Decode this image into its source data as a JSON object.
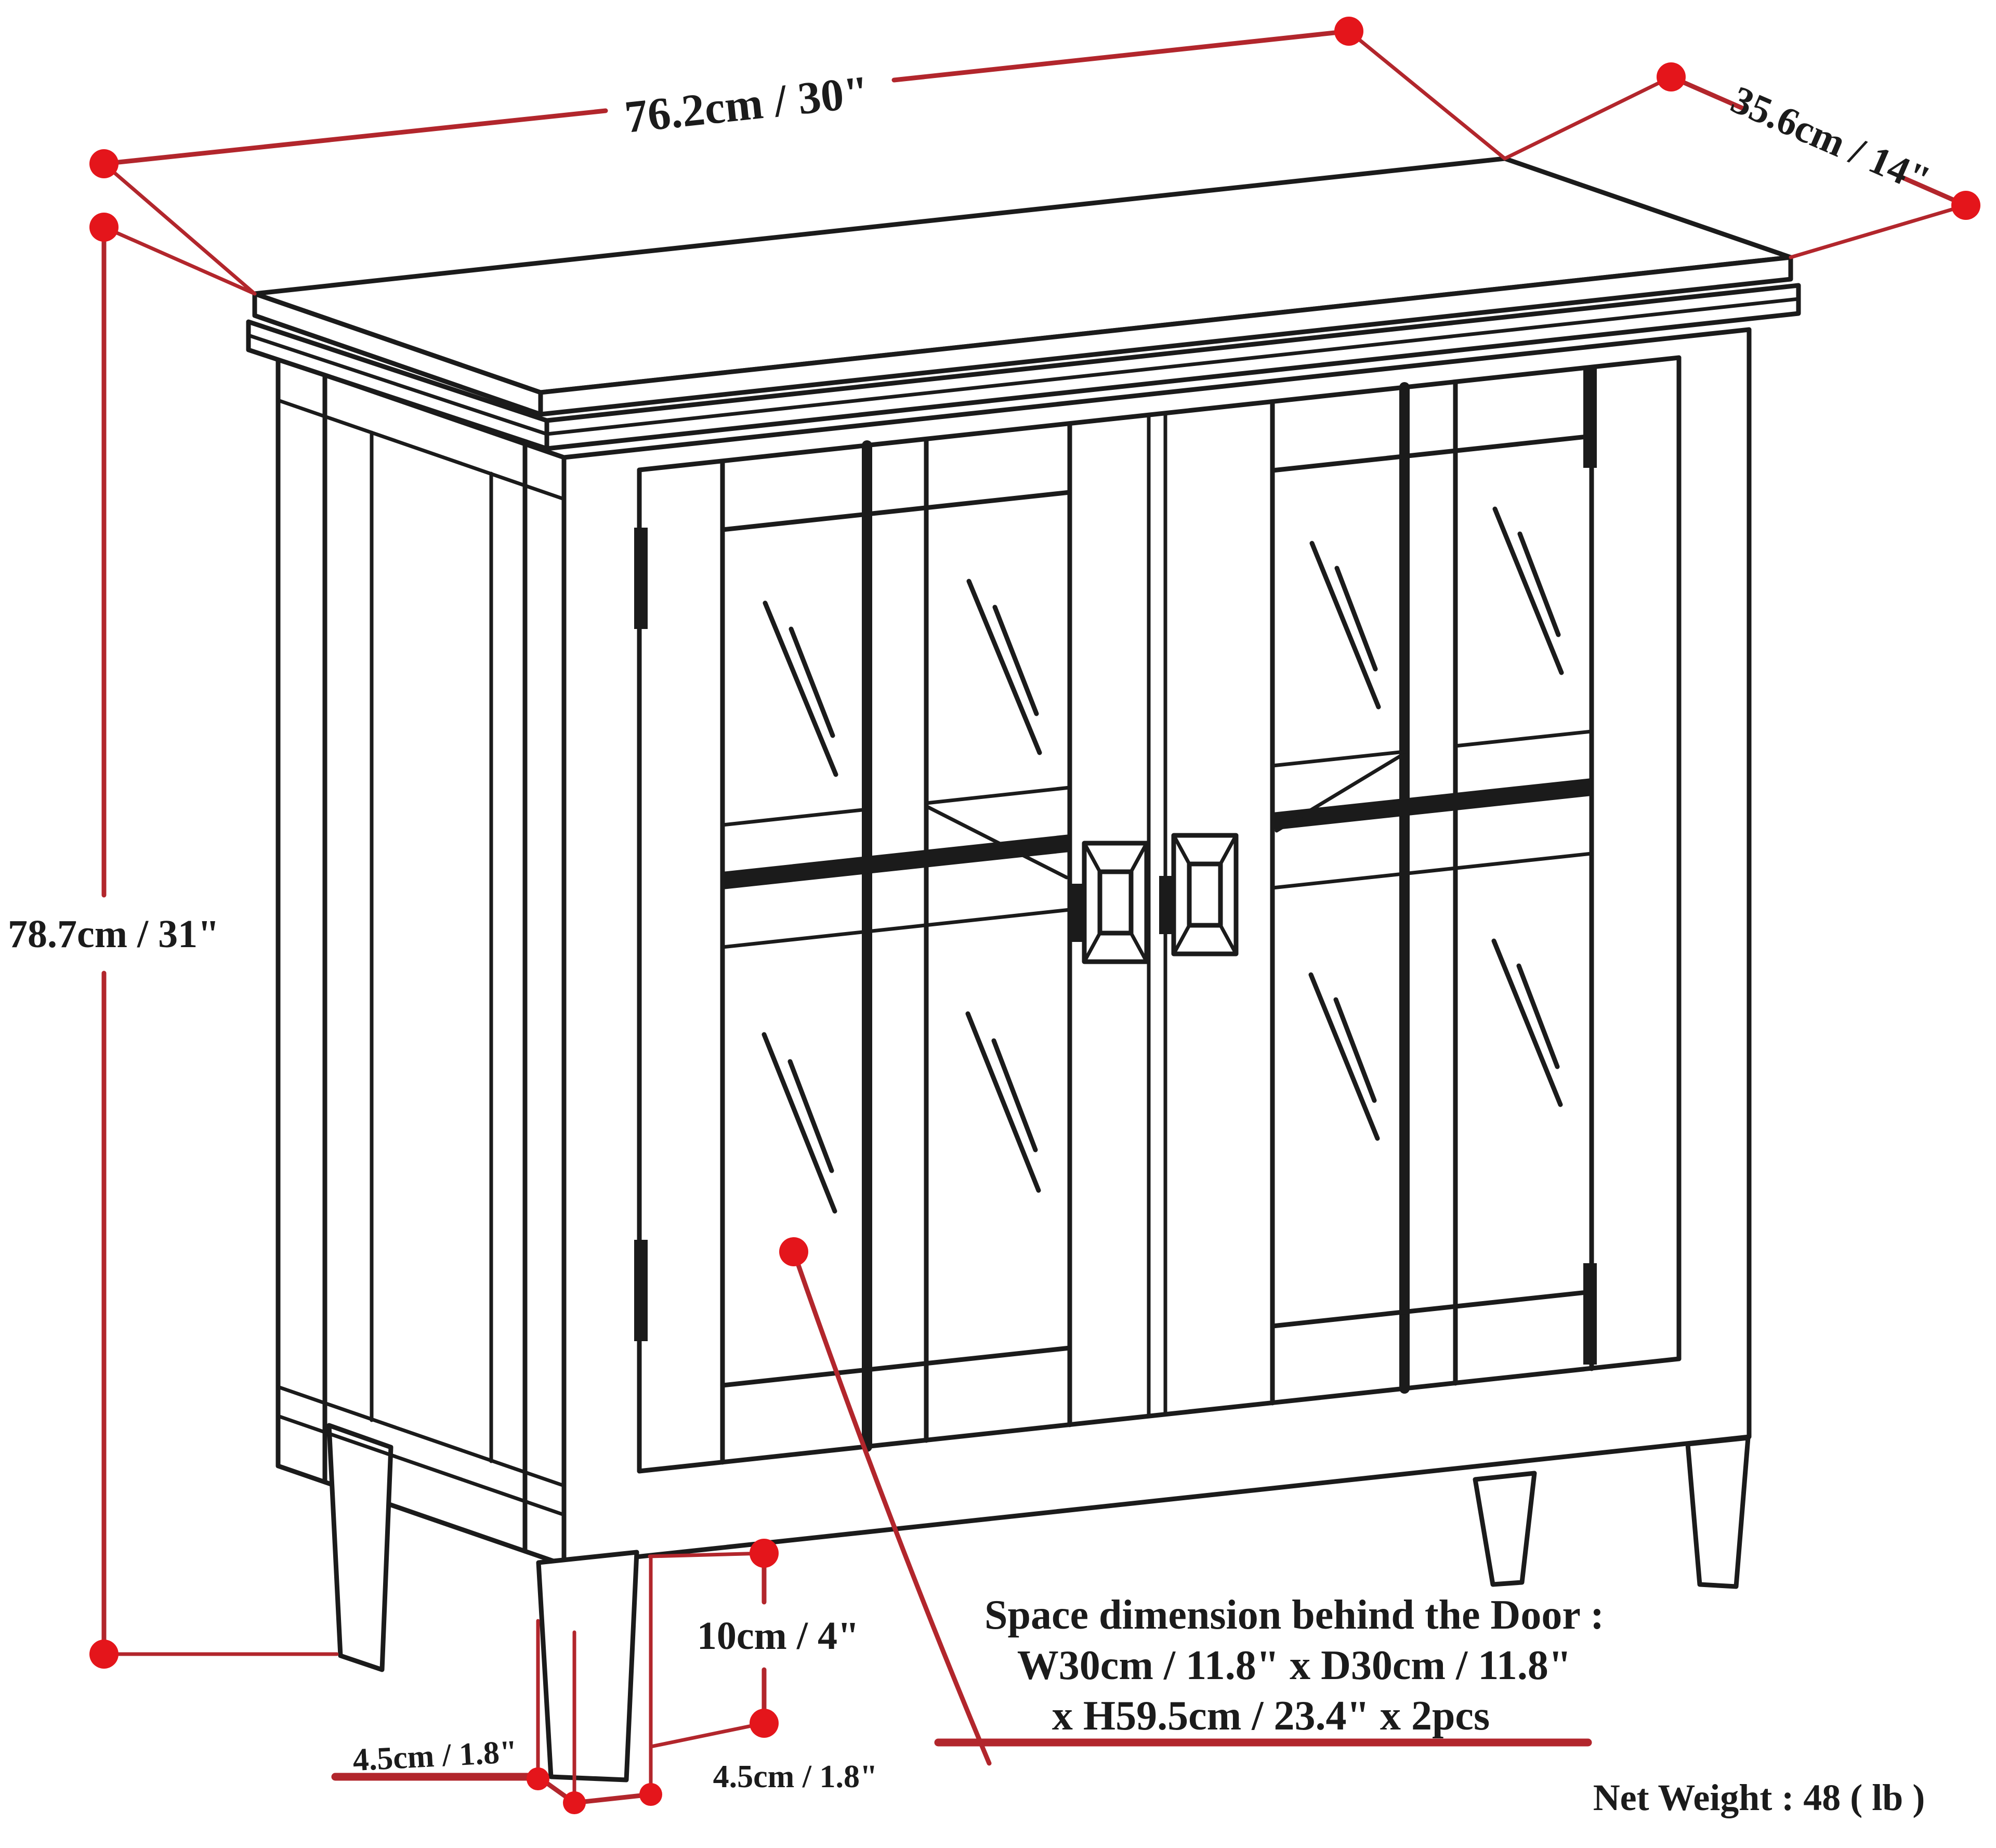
{
  "diagram_type": "furniture dimension line drawing",
  "dimensions": {
    "width": {
      "label": "76.2cm / 30\""
    },
    "depth": {
      "label": "35.6cm / 14\""
    },
    "height": {
      "label": "78.7cm / 31\""
    },
    "leg_height": {
      "label": "10cm / 4\""
    },
    "leg_depth": {
      "label": "4.5cm / 1.8\""
    },
    "leg_width": {
      "label": "4.5cm / 1.8\""
    }
  },
  "annotations": {
    "space_note_line1": "Space dimension behind the Door :",
    "space_note_line2": "W30cm / 11.8\" x D30cm / 11.8\"",
    "space_note_line3": "x H59.5cm / 23.4\" x 2pcs",
    "net_weight": "Net Weight : 48 ( lb )"
  },
  "colors": {
    "drawing_line": "#1b1b1b",
    "dimension_line": "#b2262c",
    "dimension_dot": "#e4151b",
    "background": "#ffffff"
  }
}
